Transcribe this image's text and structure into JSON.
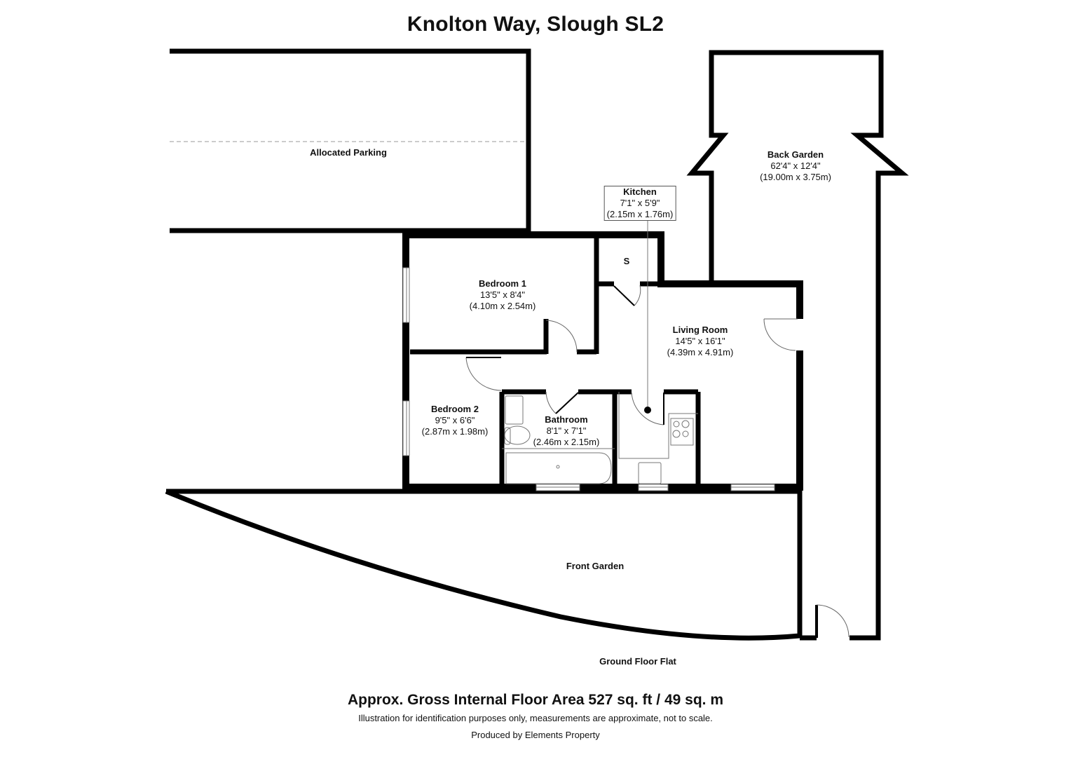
{
  "title": "Knolton Way, Slough SL2",
  "floor_label": "Ground Floor Flat",
  "rooms": {
    "allocated_parking": {
      "name": "Allocated Parking"
    },
    "back_garden": {
      "name": "Back Garden",
      "imperial": "62'4\" x 12'4\"",
      "metric": "(19.00m x 3.75m)"
    },
    "kitchen": {
      "name": "Kitchen",
      "imperial": "7'1\" x 5'9\"",
      "metric": "(2.15m x 1.76m)"
    },
    "store": {
      "name": "S"
    },
    "bedroom_1": {
      "name": "Bedroom 1",
      "imperial": "13'5\" x 8'4\"",
      "metric": "(4.10m x 2.54m)"
    },
    "living_room": {
      "name": "Living Room",
      "imperial": "14'5\" x 16'1\"",
      "metric": "(4.39m x 4.91m)"
    },
    "bedroom_2": {
      "name": "Bedroom 2",
      "imperial": "9'5\" x 6'6\"",
      "metric": "(2.87m x 1.98m)"
    },
    "bathroom": {
      "name": "Bathroom",
      "imperial": "8'1\" x 7'1\"",
      "metric": "(2.46m x 2.15m)"
    },
    "front_garden": {
      "name": "Front Garden"
    }
  },
  "footer": {
    "area": "Approx. Gross Internal Floor Area 527 sq. ft / 49 sq. m",
    "disclaimer": "Illustration for identification purposes only, measurements are approximate, not to scale.",
    "producer": "Produced by Elements Property"
  },
  "colors": {
    "wall": "#000000",
    "background": "#ffffff",
    "fixture": "#777777"
  }
}
